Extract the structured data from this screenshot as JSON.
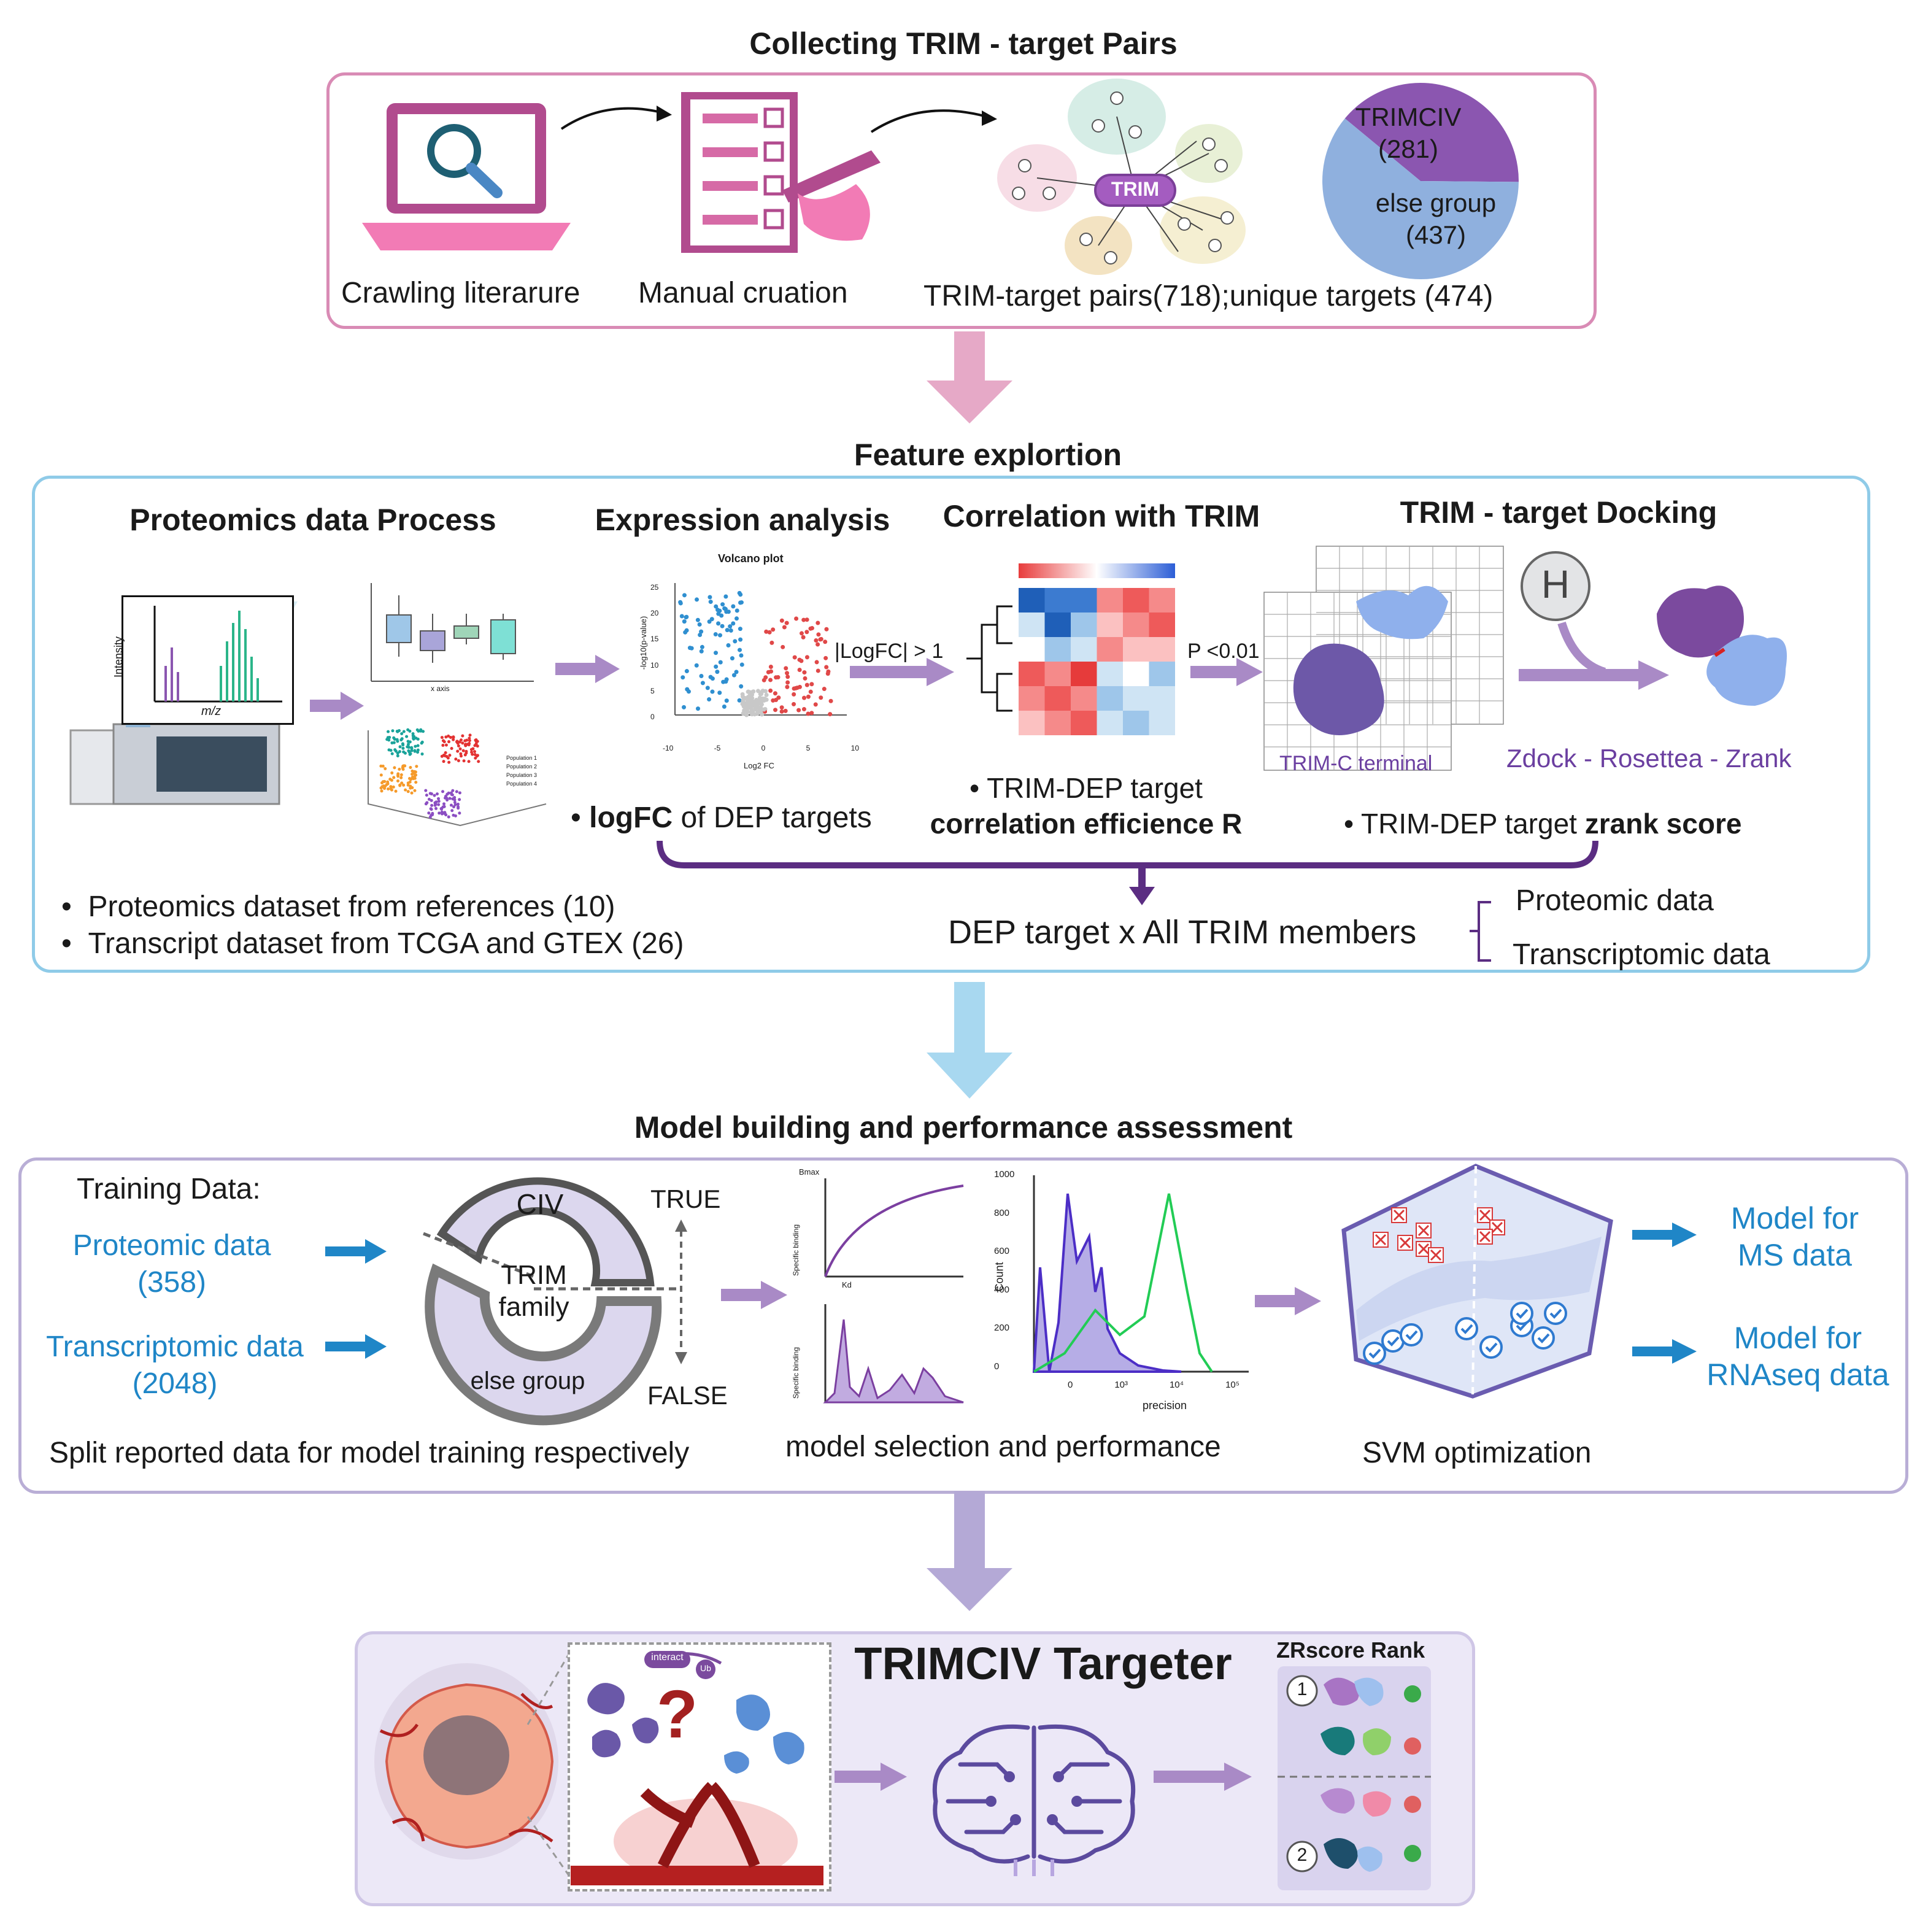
{
  "section1": {
    "title": "Collecting TRIM - target Pairs",
    "step1_label": "Crawling literarure",
    "step2_label": "Manual cruation",
    "network_center": "TRIM",
    "step3_label": "TRIM-target pairs(718);unique targets (474)",
    "pie": {
      "slice1_name": "TRIMCIV",
      "slice1_value": "(281)",
      "slice2_name": "else group",
      "slice2_value": "(437)",
      "values": [
        281,
        437
      ],
      "colors": [
        "#8b56b0",
        "#8fb0de"
      ]
    }
  },
  "section2": {
    "title": "Feature explortion",
    "col1_title": "Proteomics data Process",
    "col2_title": "Expression analysis",
    "col3_title": "Correlation with TRIM",
    "col4_title": "TRIM - target Docking",
    "spectrum_ylabel": "Intensity",
    "spectrum_xlabel": "m/z",
    "boxplot_xlabel": "x axis",
    "scatter_legend": [
      "Population 1",
      "Population 2",
      "Population 3",
      "Population 4"
    ],
    "volcano_title": "Volcano plot",
    "volcano_xlabel": "Log2 FC",
    "volcano_ylabel": "-log10(p-value)",
    "volcano_xticks": [
      "-10",
      "-5",
      "0",
      "5",
      "10"
    ],
    "volcano_yticks": [
      "0",
      "5",
      "10",
      "15",
      "20",
      "25"
    ],
    "filter1": "|LogFC| > 1",
    "filter2": "P <0.01",
    "h_label": "H",
    "trim_c_label": "TRIM-C terminal",
    "docking_tools": "Zdock - Rosettea - Zrank",
    "bullet_logfc_bold": "logFC",
    "bullet_logfc_rest": " of DEP targets",
    "bullet_corr_line1": "• TRIM-DEP target",
    "bullet_corr_line2": "correlation efficience R",
    "bullet_zrank_rest": "• TRIM-DEP target ",
    "bullet_zrank_bold": "zrank score",
    "dataset1": "Proteomics dataset from references (10)",
    "dataset2": "Transcript dataset from TCGA and GTEX (26)",
    "combined": "DEP target x All TRIM members",
    "combined_branch1": "Proteomic data",
    "combined_branch2": "Transcriptomic data"
  },
  "section3": {
    "title": "Model building and performance assessment",
    "training_title": "Training Data:",
    "prot_label": "Proteomic data",
    "prot_count": "(358)",
    "trans_label": "Transcriptomic data",
    "trans_count": "(2048)",
    "ring_top": "CIV",
    "ring_center_1": "TRIM",
    "ring_center_2": "family",
    "ring_bottom": "else group",
    "true_label": "TRUE",
    "false_label": "FALSE",
    "split_caption": "Split reported data for model training respectively",
    "bmax_label": "Bmax",
    "kd_label": "Kd",
    "specific_binding": "Specific binding",
    "hist_ylabel": "Count",
    "hist_xlabel": "precision",
    "hist_yticks": [
      "0",
      "200",
      "400",
      "600",
      "800",
      "1000"
    ],
    "hist_xticks": [
      "0",
      "10³",
      "10⁴",
      "10⁵"
    ],
    "perf_caption": "model selection and performance",
    "svm_caption": "SVM optimization",
    "model_ms_1": "Model for",
    "model_ms_2": "MS data",
    "model_rna_1": "Model for",
    "model_rna_2": "RNAseq data"
  },
  "section4": {
    "title": "TRIMCIV Targeter",
    "interact_tag": "interact",
    "ub_tag": "Ub",
    "question": "?",
    "rank_title": "ZRscore Rank",
    "rank1": "1",
    "rank2": "2"
  },
  "colors": {
    "pink_border": "#d98bb5",
    "blue_border": "#8fcbe8",
    "lavender_border": "#b9aed6",
    "arrow_purple": "#a98ac6",
    "dark_purple": "#5b2d82",
    "accent_blue": "#1f86c7"
  }
}
